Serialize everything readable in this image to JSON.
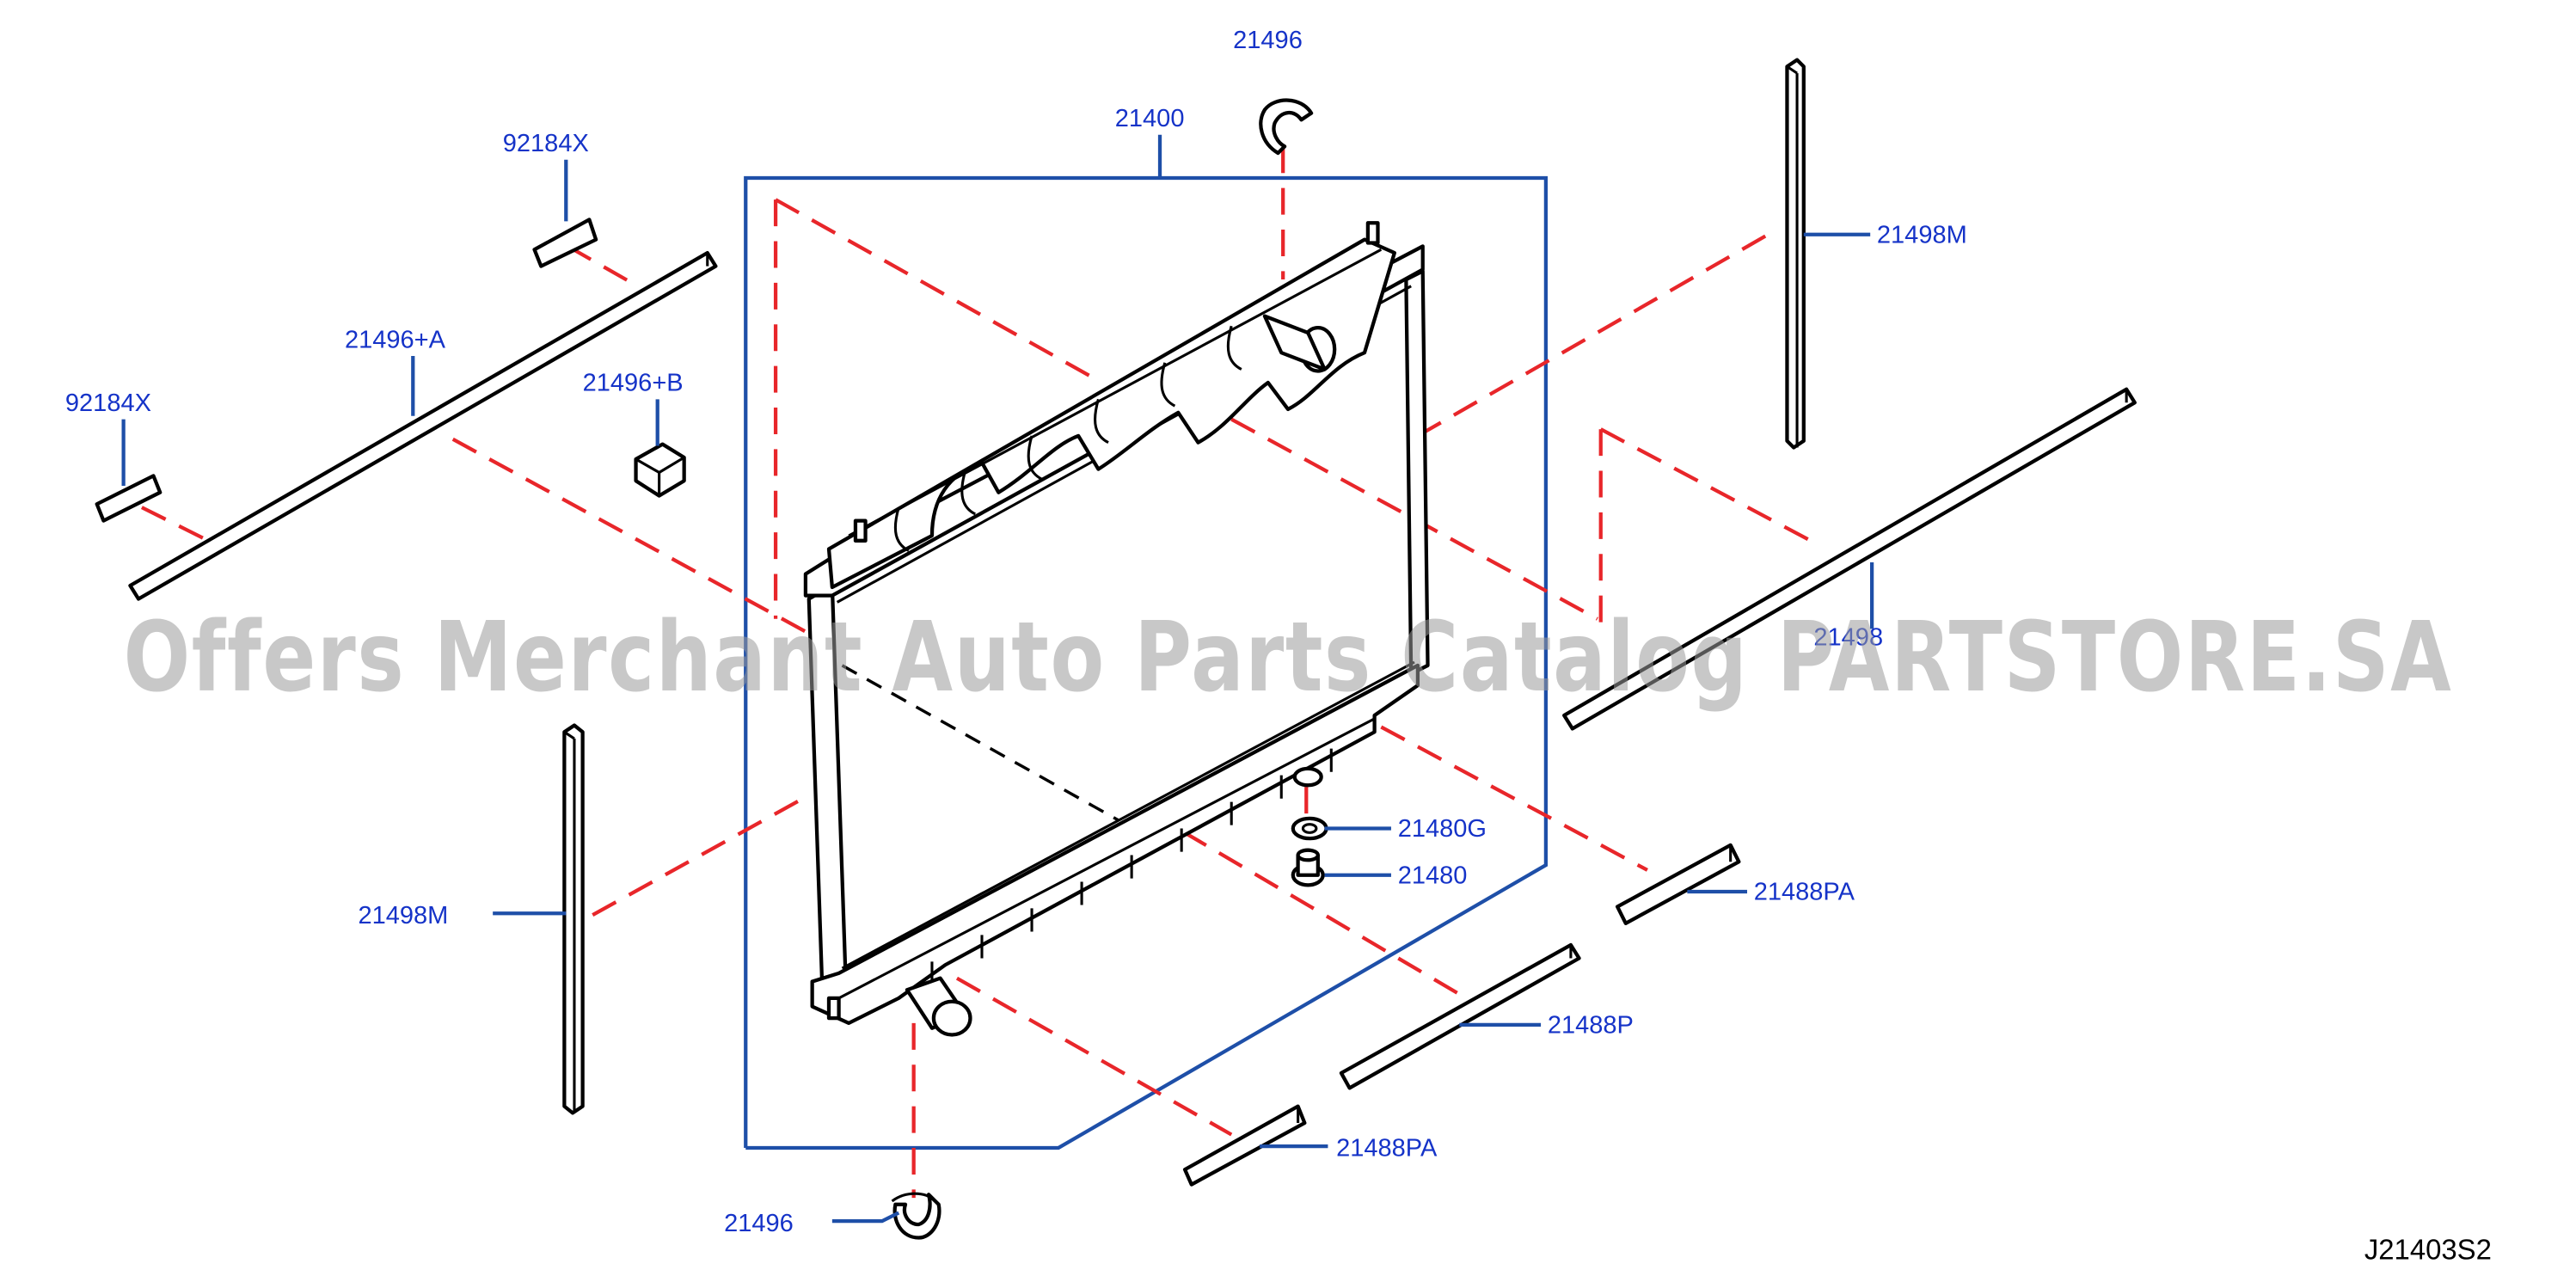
{
  "diagram": {
    "part_labels": [
      {
        "id": "clip-top",
        "text": "21496"
      },
      {
        "id": "radiator",
        "text": "21400"
      },
      {
        "id": "bolt-left-top",
        "text": "92184X"
      },
      {
        "id": "seal-upper-left",
        "text": "21496+A"
      },
      {
        "id": "bolt-left",
        "text": "92184X"
      },
      {
        "id": "block-small",
        "text": "21496+B"
      },
      {
        "id": "seal-vertical-right",
        "text": "21498M"
      },
      {
        "id": "seal-right-long",
        "text": "21498"
      },
      {
        "id": "washer-drain",
        "text": "21480G"
      },
      {
        "id": "drain-plug",
        "text": "21480"
      },
      {
        "id": "seal-vertical-left",
        "text": "21498M"
      },
      {
        "id": "pad-right",
        "text": "21488PA"
      },
      {
        "id": "seal-bottom",
        "text": "21488P"
      },
      {
        "id": "pad-bottom",
        "text": "21488PA"
      },
      {
        "id": "clip-bottom",
        "text": "21496"
      }
    ],
    "diagram_code": "J21403S2",
    "watermark": "Offers Merchant Auto Parts Catalog PARTSTORE.SA"
  }
}
